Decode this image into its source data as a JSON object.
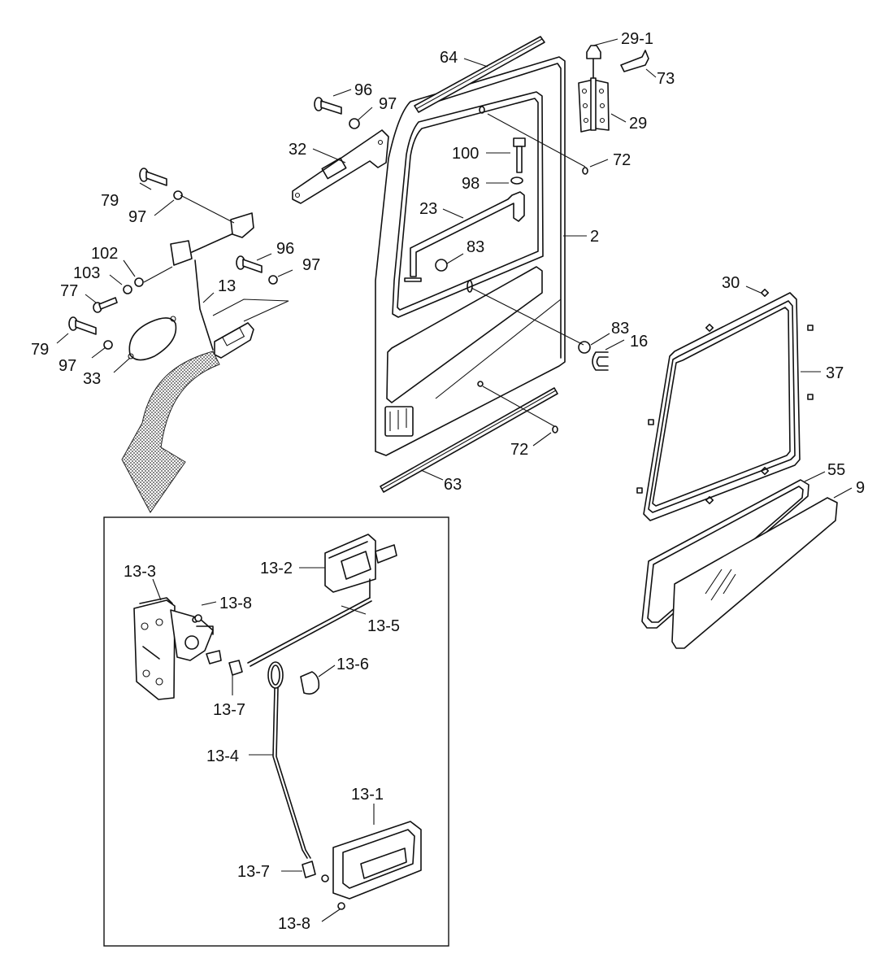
{
  "labels": [
    {
      "id": "29-1",
      "text": "29-1"
    },
    {
      "id": "64",
      "text": "64"
    },
    {
      "id": "73",
      "text": "73"
    },
    {
      "id": "96a",
      "text": "96"
    },
    {
      "id": "97a",
      "text": "97"
    },
    {
      "id": "29",
      "text": "29"
    },
    {
      "id": "32",
      "text": "32"
    },
    {
      "id": "100",
      "text": "100"
    },
    {
      "id": "72a",
      "text": "72"
    },
    {
      "id": "79a",
      "text": "79"
    },
    {
      "id": "98",
      "text": "98"
    },
    {
      "id": "97b",
      "text": "97"
    },
    {
      "id": "23",
      "text": "23"
    },
    {
      "id": "2",
      "text": "2"
    },
    {
      "id": "102",
      "text": "102"
    },
    {
      "id": "96b",
      "text": "96"
    },
    {
      "id": "83a",
      "text": "83"
    },
    {
      "id": "97c",
      "text": "97"
    },
    {
      "id": "103",
      "text": "103"
    },
    {
      "id": "13",
      "text": "13"
    },
    {
      "id": "30",
      "text": "30"
    },
    {
      "id": "77",
      "text": "77"
    },
    {
      "id": "83b",
      "text": "83"
    },
    {
      "id": "16",
      "text": "16"
    },
    {
      "id": "79b",
      "text": "79"
    },
    {
      "id": "97d",
      "text": "97"
    },
    {
      "id": "37",
      "text": "37"
    },
    {
      "id": "33",
      "text": "33"
    },
    {
      "id": "72b",
      "text": "72"
    },
    {
      "id": "55",
      "text": "55"
    },
    {
      "id": "63",
      "text": "63"
    },
    {
      "id": "9",
      "text": "9"
    },
    {
      "id": "13-3",
      "text": "13-3"
    },
    {
      "id": "13-2",
      "text": "13-2"
    },
    {
      "id": "13-8a",
      "text": "13-8"
    },
    {
      "id": "13-5",
      "text": "13-5"
    },
    {
      "id": "13-6",
      "text": "13-6"
    },
    {
      "id": "13-7a",
      "text": "13-7"
    },
    {
      "id": "13-4",
      "text": "13-4"
    },
    {
      "id": "13-1",
      "text": "13-1"
    },
    {
      "id": "13-7b",
      "text": "13-7"
    },
    {
      "id": "13-8b",
      "text": "13-8"
    }
  ]
}
